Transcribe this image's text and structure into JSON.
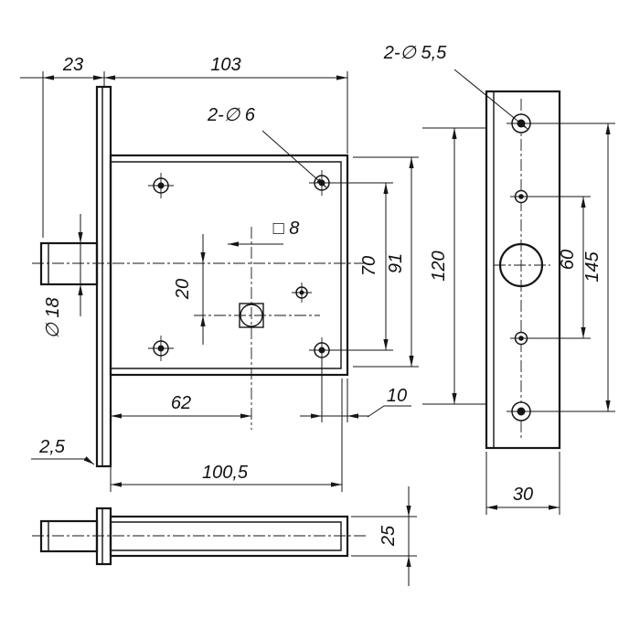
{
  "drawing": {
    "labels": {
      "dim_23": "23",
      "dim_103": "103",
      "holes_2_d55": "2-∅ 5,5",
      "holes_2_d6": "2-∅ 6",
      "dia_18": "∅ 18",
      "square_8": "□ 8",
      "dim_20": "20",
      "dim_70": "70",
      "dim_91": "91",
      "dim_120": "120",
      "dim_60": "60",
      "dim_145": "145",
      "dim_62": "62",
      "dim_10": "10",
      "dim_2_5": "2,5",
      "dim_100_5": "100,5",
      "dim_30": "30",
      "dim_25": "25"
    }
  }
}
